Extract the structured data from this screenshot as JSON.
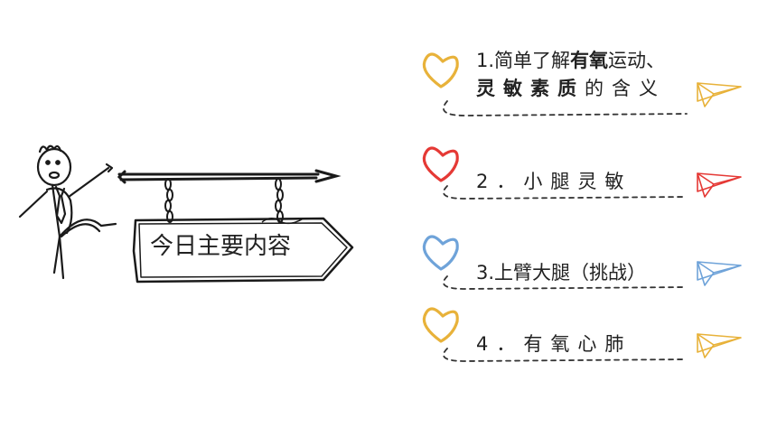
{
  "sign": {
    "title": "今日主要内容"
  },
  "items": [
    {
      "prefix": "1.简单了解",
      "bold": "有氧",
      "suffix": "运动、",
      "line2": "灵敏素质",
      "line2_rest": "的含义",
      "heart_color": "#E8B23A",
      "plane_color": "#E8B23A"
    },
    {
      "text": "2．小腿灵敏",
      "heart_color": "#E53935",
      "plane_color": "#E53935"
    },
    {
      "text": "3.上臂大腿（挑战）",
      "heart_color": "#6FA3D9",
      "plane_color": "#6FA3D9"
    },
    {
      "text": "4．有氧心肺",
      "heart_color": "#E8B23A",
      "plane_color": "#E8B23A"
    }
  ]
}
